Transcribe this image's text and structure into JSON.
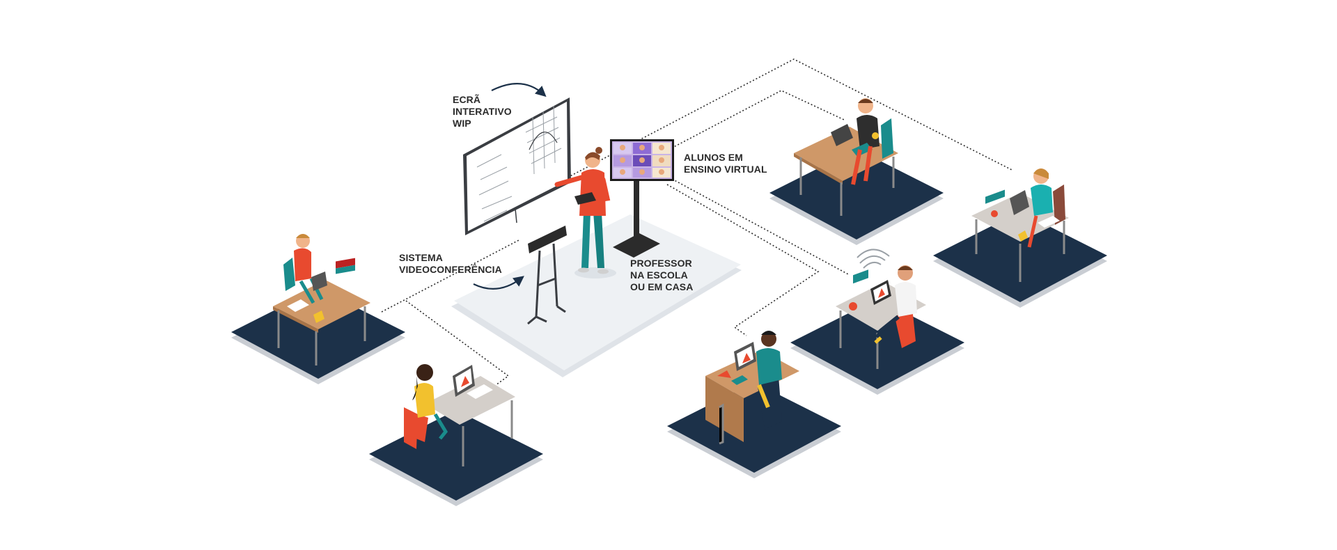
{
  "labels": {
    "screen": [
      "ECRÃ",
      "INTERATIVO",
      "WIP"
    ],
    "videoconf": [
      "SISTEMA",
      "VIDEOCONFERÊNCIA"
    ],
    "virtual": [
      "ALUNOS EM",
      "ENSINO VIRTUAL"
    ],
    "teacher": [
      "PROFESSOR",
      "NA ESCOLA",
      "OU EM CASA"
    ]
  },
  "colors": {
    "platform": "#1c3149",
    "platform_shadow": "#c9cdd3",
    "stage": "#eef1f4",
    "desk_wood": "#cf9868",
    "desk_grey": "#d4cfca",
    "accent_red": "#e84a2f",
    "accent_teal": "#1a8c8c",
    "accent_yellow": "#f2c12e",
    "text": "#2b2b2b"
  },
  "icons": [
    "interactive-whiteboard-icon",
    "video-conference-screen-icon",
    "camera-stand-icon",
    "teacher-figure-icon",
    "student-at-desk-icon",
    "curved-arrow-icon",
    "wifi-signal-icon"
  ]
}
